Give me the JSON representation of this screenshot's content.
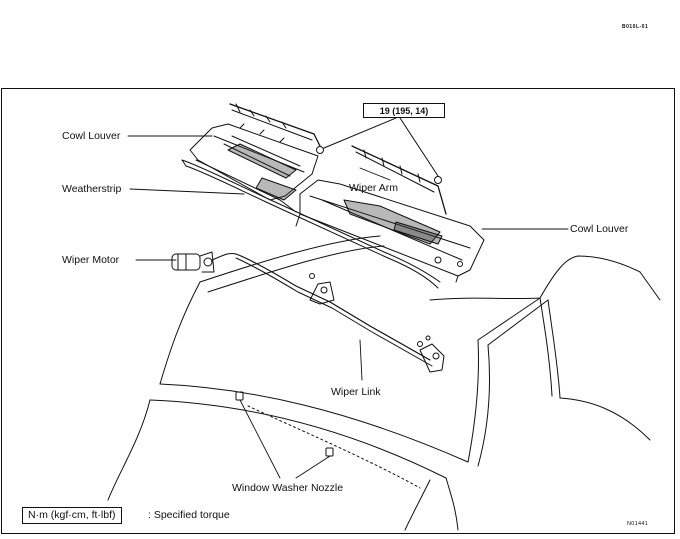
{
  "page_code": "B010L-01",
  "figure_code": "N01441",
  "torque_spec": "19 (195, 14)",
  "labels": {
    "cowl_louver_left": "Cowl Louver",
    "weatherstrip": "Weatherstrip",
    "wiper_motor": "Wiper Motor",
    "wiper_arm": "Wiper Arm",
    "cowl_louver_right": "Cowl Louver",
    "wiper_link": "Wiper Link",
    "window_washer_nozzle": "Window Washer Nozzle"
  },
  "legend": {
    "unit": "N·m (kgf·cm, ft·lbf)",
    "text": ": Specified torque"
  }
}
